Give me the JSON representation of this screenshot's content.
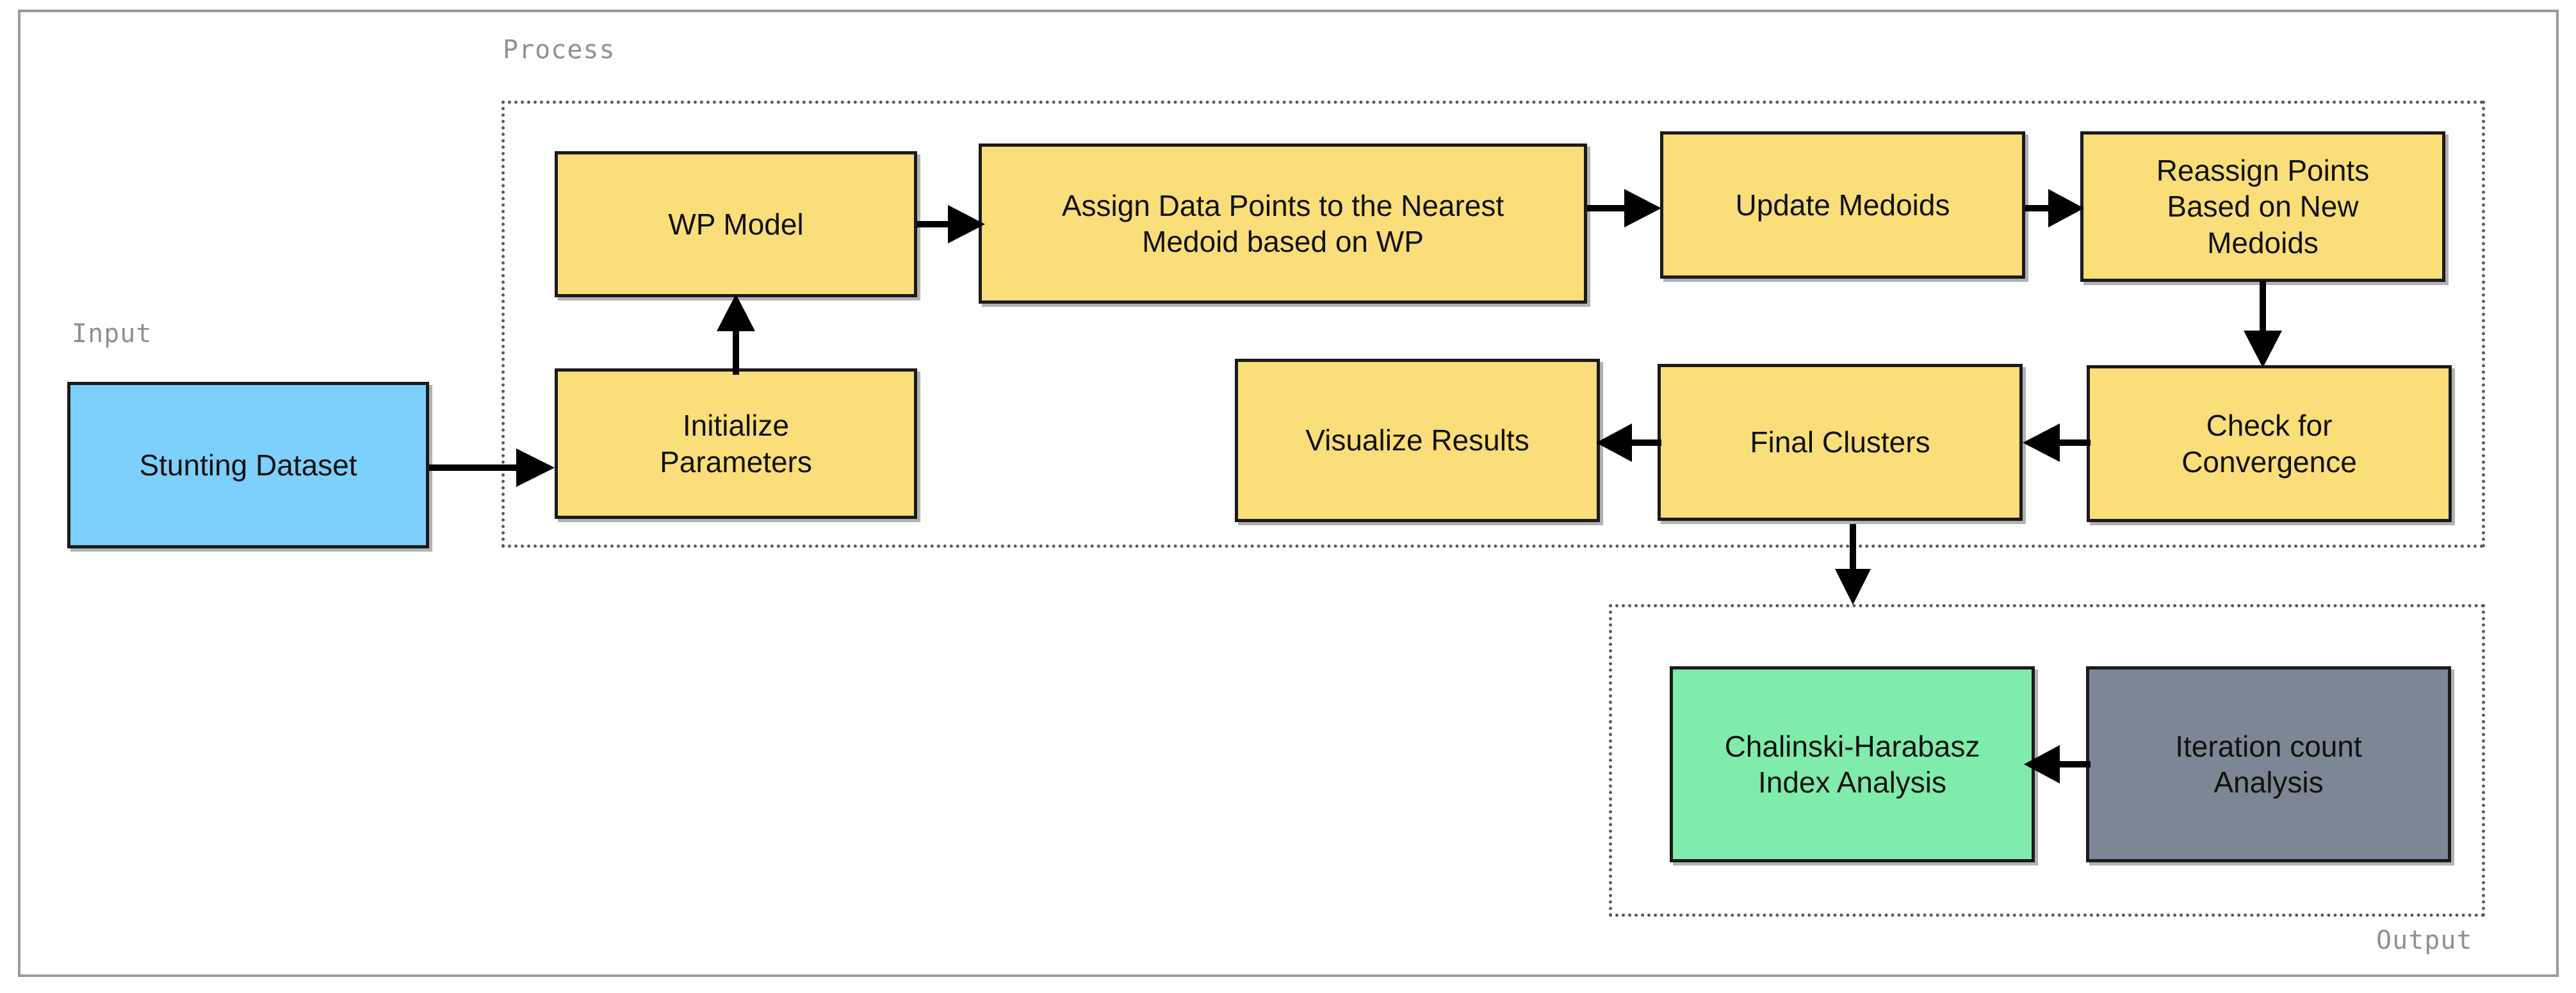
{
  "diagram": {
    "title_visible": false,
    "groups": [
      {
        "id": "input",
        "label": "Input"
      },
      {
        "id": "process",
        "label": "Process"
      },
      {
        "id": "output",
        "label": "Output"
      }
    ],
    "colors": {
      "input_node": "#7DD0FC",
      "process_node": "#FADE79",
      "output_primary_node": "#7FECAB",
      "output_secondary_node": "#7B8794",
      "node_border": "#1A1A1A",
      "group_border": "#5A5A5A",
      "group_label": "#909090",
      "frame_border": "#9A9A9A",
      "arrow": "#000000"
    },
    "nodes": {
      "stunting_dataset": "Stunting Dataset",
      "wp_model": "WP Model",
      "initialize_parameters_line1": "Initialize",
      "initialize_parameters_line2": "Parameters",
      "assign_points_line1": "Assign Data Points to the Nearest",
      "assign_points_line2": "Medoid based on WP",
      "update_medoids": "Update Medoids",
      "reassign_points_line1": "Reassign Points",
      "reassign_points_line2": "Based on New",
      "reassign_points_line3": "Medoids",
      "check_convergence_line1": "Check for",
      "check_convergence_line2": "Convergence",
      "final_clusters": "Final Clusters",
      "visualize_results": "Visualize Results",
      "ch_index_line1": "Chalinski-Harabasz",
      "ch_index_line2": "Index Analysis",
      "iteration_count_line1": "Iteration count",
      "iteration_count_line2": "Analysis"
    },
    "edges": [
      {
        "from": "stunting_dataset",
        "to": "wp_model",
        "direction": "right"
      },
      {
        "from": "initialize_parameters",
        "to": "wp_model",
        "direction": "up"
      },
      {
        "from": "wp_model",
        "to": "assign_points",
        "direction": "right"
      },
      {
        "from": "assign_points",
        "to": "update_medoids",
        "direction": "right"
      },
      {
        "from": "update_medoids",
        "to": "reassign_points",
        "direction": "right"
      },
      {
        "from": "reassign_points",
        "to": "check_convergence",
        "direction": "down"
      },
      {
        "from": "check_convergence",
        "to": "final_clusters",
        "direction": "left"
      },
      {
        "from": "final_clusters",
        "to": "visualize_results",
        "direction": "left"
      },
      {
        "from": "final_clusters",
        "to": "ch_index_analysis",
        "direction": "down"
      },
      {
        "from": "iteration_count_analysis",
        "to": "ch_index_analysis",
        "direction": "left"
      }
    ]
  }
}
